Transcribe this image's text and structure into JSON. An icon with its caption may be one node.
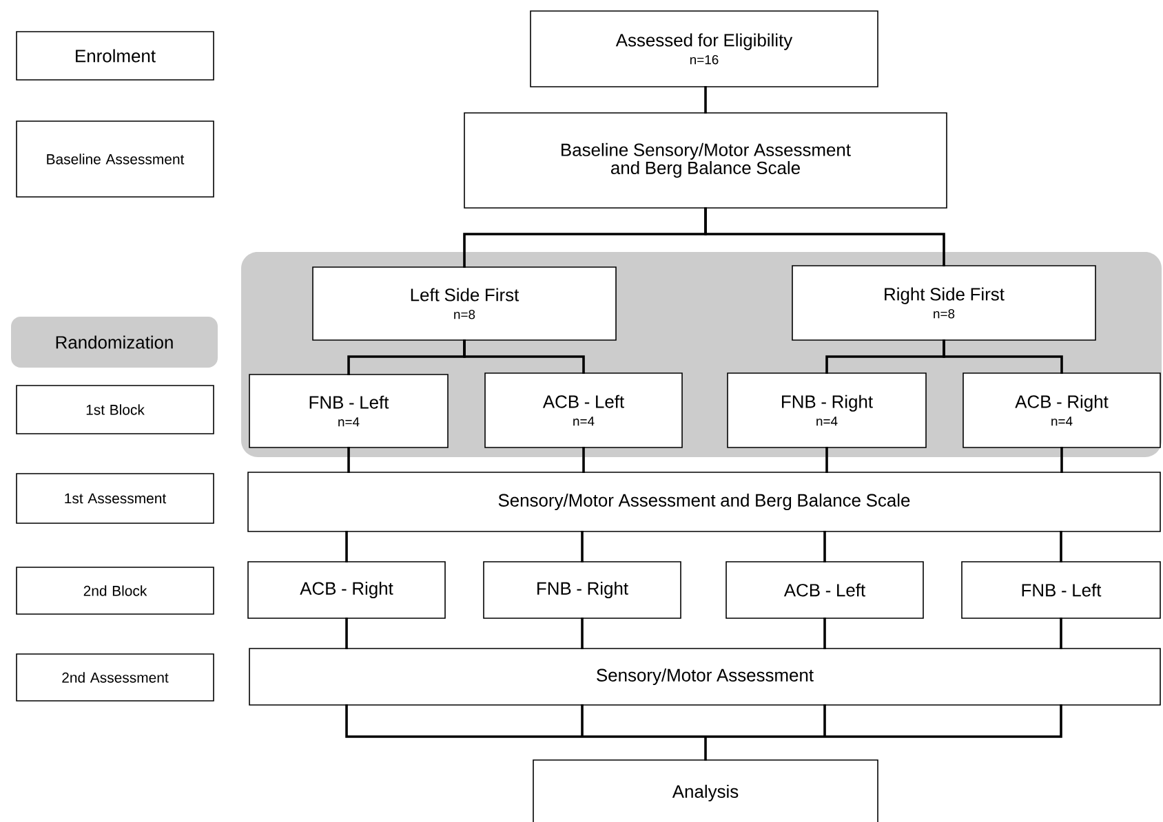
{
  "diagram": {
    "nodes": [
      {
        "text": [
          "Enrolment"
        ]
      },
      {
        "text": [
          "Assessed for Eligibility",
          "n=16"
        ]
      },
      {
        "text": [
          "Baseline Assessment"
        ]
      },
      {
        "text": [
          "Baseline Sensory/Motor Assessment and Berg Balance Scale"
        ]
      },
      {
        "text": [
          "Left Side First",
          "n=8"
        ]
      },
      {
        "text": [
          "Right Side First",
          "n=8"
        ]
      },
      {
        "text": [
          "Randomization"
        ]
      },
      {
        "text": [
          "1st Block"
        ]
      },
      {
        "text": [
          "FNB - Left",
          "n=4"
        ]
      },
      {
        "text": [
          "ACB - Left",
          "n=4"
        ]
      },
      {
        "text": [
          "FNB - Right",
          "n=4"
        ]
      },
      {
        "text": [
          "ACB - Right",
          "n=4"
        ]
      },
      {
        "text": [
          "1st Assessment"
        ]
      },
      {
        "text": [
          "Sensory/Motor Assessment and Berg Balance Scale"
        ]
      },
      {
        "text": [
          "2nd Block"
        ]
      },
      {
        "text": [
          "ACB - Right"
        ]
      },
      {
        "text": [
          "FNB - Right"
        ]
      },
      {
        "text": [
          "ACB - Left"
        ]
      },
      {
        "text": [
          "FNB - Left"
        ]
      },
      {
        "text": [
          "2nd Assessment"
        ]
      },
      {
        "text": [
          "Sensory/Motor Assessment"
        ]
      },
      {
        "text": [
          "Analysis"
        ]
      }
    ],
    "edges": [
      {
        "from": 1,
        "to": 3,
        "arrow": "none"
      },
      {
        "from": 3,
        "to": 4,
        "arrow": "none"
      },
      {
        "from": 3,
        "to": 5,
        "arrow": "none"
      },
      {
        "from": 4,
        "to": 8,
        "arrow": "none"
      },
      {
        "from": 4,
        "to": 9,
        "arrow": "none"
      },
      {
        "from": 5,
        "to": 10,
        "arrow": "none"
      },
      {
        "from": 5,
        "to": 11,
        "arrow": "none"
      },
      {
        "from": 8,
        "to": 13,
        "arrow": "none"
      },
      {
        "from": 9,
        "to": 13,
        "arrow": "none"
      },
      {
        "from": 10,
        "to": 13,
        "arrow": "none"
      },
      {
        "from": 11,
        "to": 13,
        "arrow": "none"
      },
      {
        "from": 13,
        "to": 15,
        "arrow": "none"
      },
      {
        "from": 13,
        "to": 16,
        "arrow": "none"
      },
      {
        "from": 13,
        "to": 17,
        "arrow": "none"
      },
      {
        "from": 13,
        "to": 18,
        "arrow": "none"
      },
      {
        "from": 15,
        "to": 20,
        "arrow": "none"
      },
      {
        "from": 16,
        "to": 20,
        "arrow": "none"
      },
      {
        "from": 17,
        "to": 20,
        "arrow": "none"
      },
      {
        "from": 18,
        "to": 20,
        "arrow": "none"
      },
      {
        "from": 20,
        "to": 21,
        "arrow": "none"
      }
    ]
  }
}
